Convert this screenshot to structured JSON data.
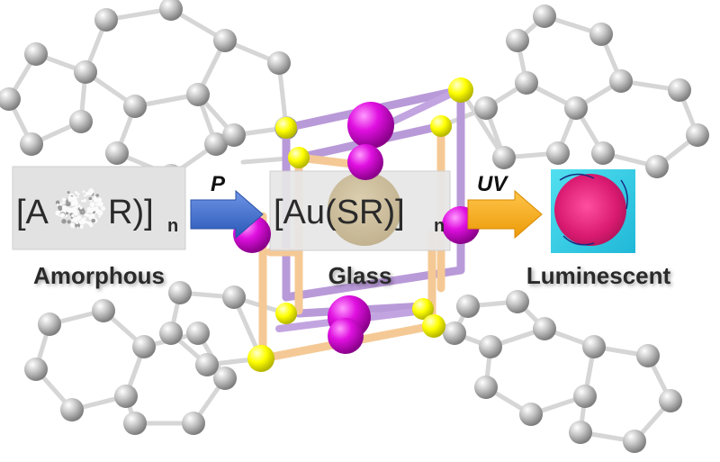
{
  "diagram": {
    "stages": [
      {
        "id": "amorphous",
        "formula_open": "[A",
        "formula_close": "R)]",
        "subscript": "n",
        "caption": "Amorphous"
      },
      {
        "id": "glass",
        "formula_open": "[Au(SR)]",
        "subscript": "n",
        "caption": "Glass"
      },
      {
        "id": "luminescent",
        "caption": "Luminescent"
      }
    ],
    "arrows": [
      {
        "id": "pressure",
        "label": "P"
      },
      {
        "id": "uv",
        "label": "UV"
      }
    ]
  },
  "colors": {
    "gold_atom": "#d400d4",
    "sulfur_atom": "#ffff00",
    "carbon_atom": "#c2c2c2",
    "bond_gold": "#f5c995",
    "bond_lilac": "#b99ad8",
    "arrow_blue": "#3f6fd0",
    "arrow_orange": "#f6aa16",
    "panel_gray": "#e3e3e3",
    "luminescent_bg": "#33d1e8",
    "luminescent_spot": "#e02070"
  }
}
